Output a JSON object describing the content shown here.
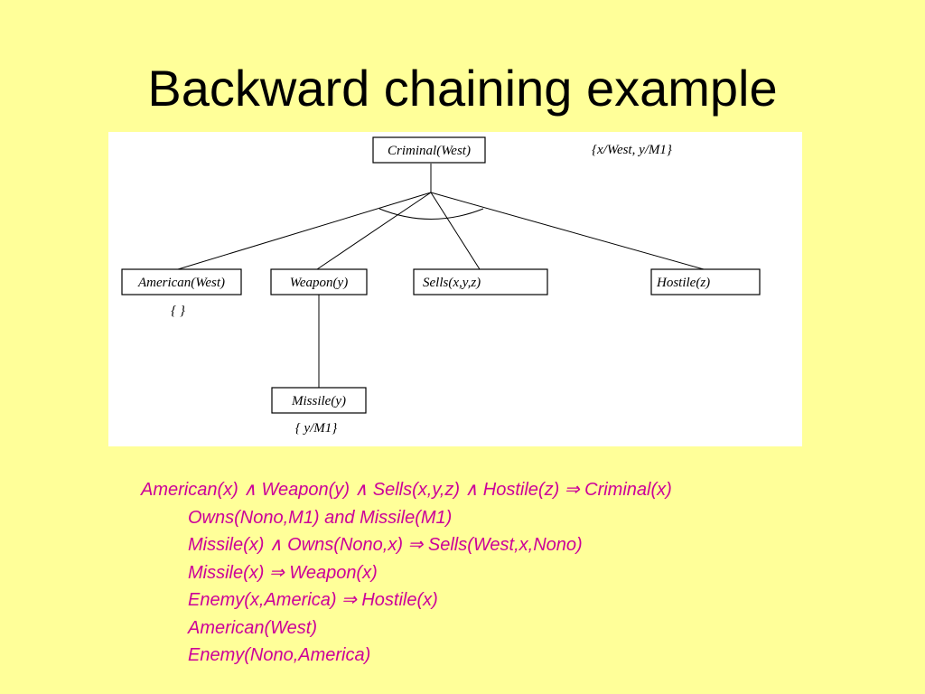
{
  "slide": {
    "title": "Backward chaining example"
  },
  "diagram": {
    "root": {
      "label": "Criminal(West)",
      "substitution": "{x/West, y/M1}"
    },
    "children": [
      {
        "label": "American(West)",
        "substitution": "{ }"
      },
      {
        "label": "Weapon(y)",
        "substitution": ""
      },
      {
        "label": "Sells(x,y,z)",
        "substitution": ""
      },
      {
        "label": "Hostile(z)",
        "substitution": ""
      }
    ],
    "grandchild": {
      "label": "Missile(y)",
      "substitution": "{ y/M1}"
    }
  },
  "rules": [
    "American(x) ∧ Weapon(y) ∧ Sells(x,y,z) ∧ Hostile(z) ⇒ Criminal(x)",
    "Owns(Nono,M1) and Missile(M1)",
    "Missile(x) ∧ Owns(Nono,x) ⇒ Sells(West,x,Nono)",
    "Missile(x) ⇒ Weapon(x)",
    "Enemy(x,America) ⇒ Hostile(x)",
    "American(West)",
    "Enemy(Nono,America)"
  ],
  "colors": {
    "background": "#ffff99",
    "rules_text": "#cc0099",
    "title_text": "#000000"
  }
}
